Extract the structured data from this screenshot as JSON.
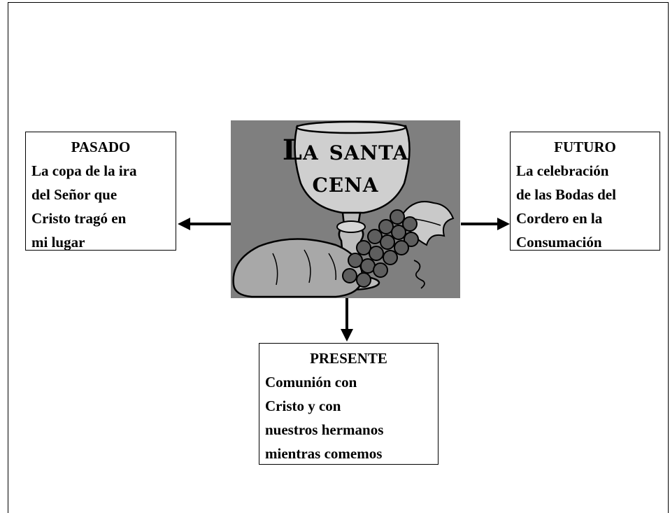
{
  "center": {
    "title_line1": "La santa",
    "title_line2": "cena",
    "background_color": "#7f7f7f"
  },
  "pasado": {
    "heading": "PASADO",
    "lines": [
      "La copa de la ira",
      "del Señor que",
      "Cristo tragó en",
      "mi lugar"
    ]
  },
  "futuro": {
    "heading": "FUTURO",
    "lines": [
      "La celebración",
      "de las Bodas del",
      "Cordero en la",
      "Consumación"
    ]
  },
  "presente": {
    "heading": "PRESENTE",
    "lines": [
      "Comunión con",
      "Cristo y con",
      "nuestros hermanos",
      "mientras comemos"
    ]
  }
}
